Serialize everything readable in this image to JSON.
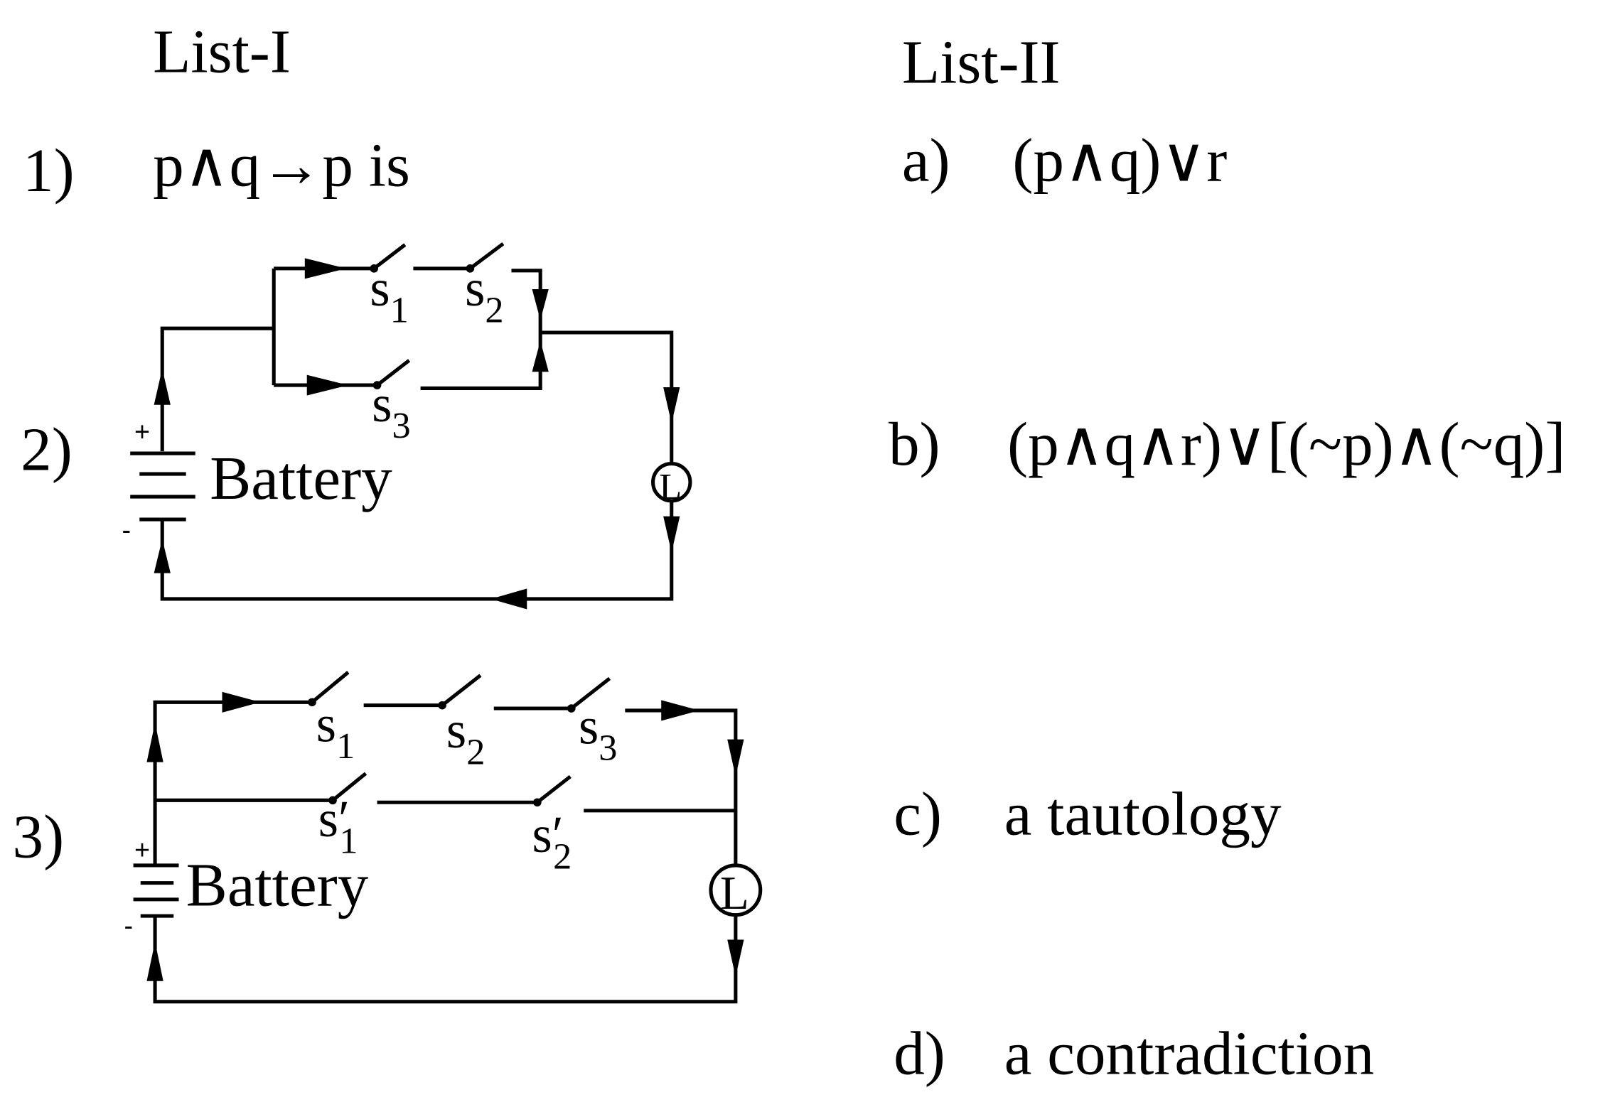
{
  "headers": {
    "list1": "List-I",
    "list2": "List-II"
  },
  "list1": [
    {
      "num": "1)",
      "text": "p∧q→p is"
    },
    {
      "num": "2)",
      "battery": "Battery",
      "plus": "+",
      "minus": "-",
      "lamp": "L",
      "switches": [
        {
          "base": "s",
          "sub": "1"
        },
        {
          "base": "s",
          "sub": "2"
        },
        {
          "base": "s",
          "sub": "3"
        }
      ]
    },
    {
      "num": "3)",
      "battery": "Battery",
      "plus": "+",
      "minus": "-",
      "lamp": "L",
      "switches": [
        {
          "base": "s",
          "sub": "1"
        },
        {
          "base": "s",
          "sub": "2"
        },
        {
          "base": "s",
          "sub": "3"
        },
        {
          "base": "s′",
          "sub": "1"
        },
        {
          "base": "s′",
          "sub": "2"
        }
      ]
    }
  ],
  "list2": [
    {
      "num": "a)",
      "text": "(p∧q)∨r"
    },
    {
      "num": "b)",
      "text": "(p∧q∧r)∨[(~p)∧(~q)]"
    },
    {
      "num": "c)",
      "text": "a tautology"
    },
    {
      "num": "d)",
      "text": "a contradiction"
    }
  ]
}
